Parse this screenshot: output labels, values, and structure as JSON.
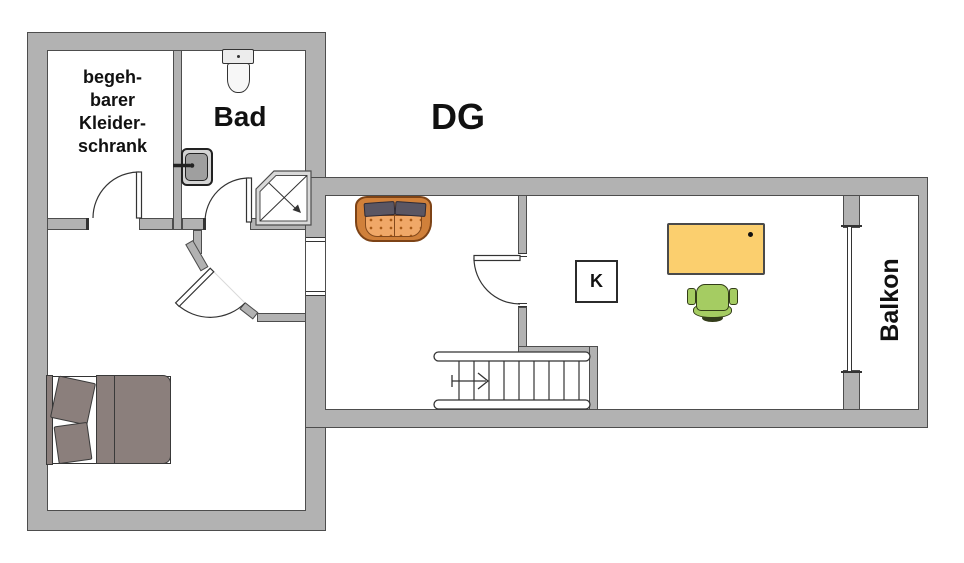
{
  "plan": {
    "floor_label": "DG",
    "rooms": {
      "closet": {
        "label": "begeh-\nbarer\nKleider-\nschrank"
      },
      "bathroom": {
        "label": "Bad"
      },
      "balcony": {
        "label": "Balkon"
      },
      "chimney": {
        "label": "K"
      }
    },
    "colors": {
      "wall": "#b2b2b2",
      "wall_outline": "#4d4d4d",
      "sofa_body": "#d0803a",
      "sofa_seat": "#f0a868",
      "sofa_cushion": "#5a5663",
      "desk": "#fbcf6e",
      "chair": "#a5cc62",
      "bed": "#8b7f7c"
    },
    "furniture_icons": [
      "sofa",
      "double-bed",
      "desk",
      "office-chair",
      "toilet",
      "sink",
      "shower",
      "staircase"
    ]
  }
}
